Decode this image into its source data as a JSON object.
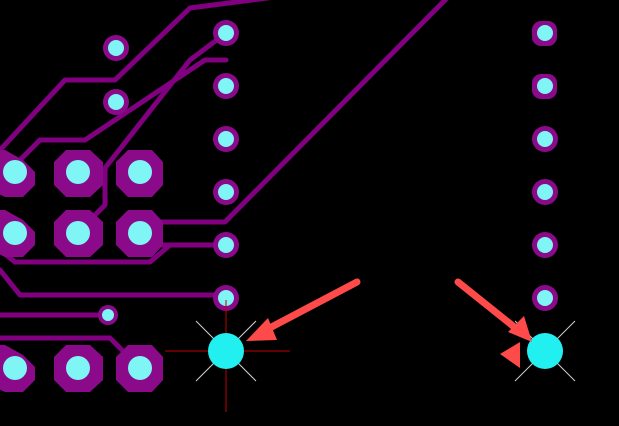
{
  "colors": {
    "background": "#000000",
    "trace": "#800080",
    "pad_ring": "#8a0a8a",
    "hole": "#7ff5f5",
    "selected": "#22f0f0",
    "crosshair_red": "#c00000",
    "crosshair_white": "#d0d0d0",
    "arrow": "#ff4a4a"
  },
  "canvas": {
    "name": "pcb-view",
    "layers": [
      "traces",
      "pads",
      "vias",
      "selection",
      "annotations"
    ]
  },
  "icons": {
    "arrow": "annotation-arrow-icon",
    "marker": "triangle-marker-icon",
    "crosshair": "crosshair-cursor-icon"
  }
}
